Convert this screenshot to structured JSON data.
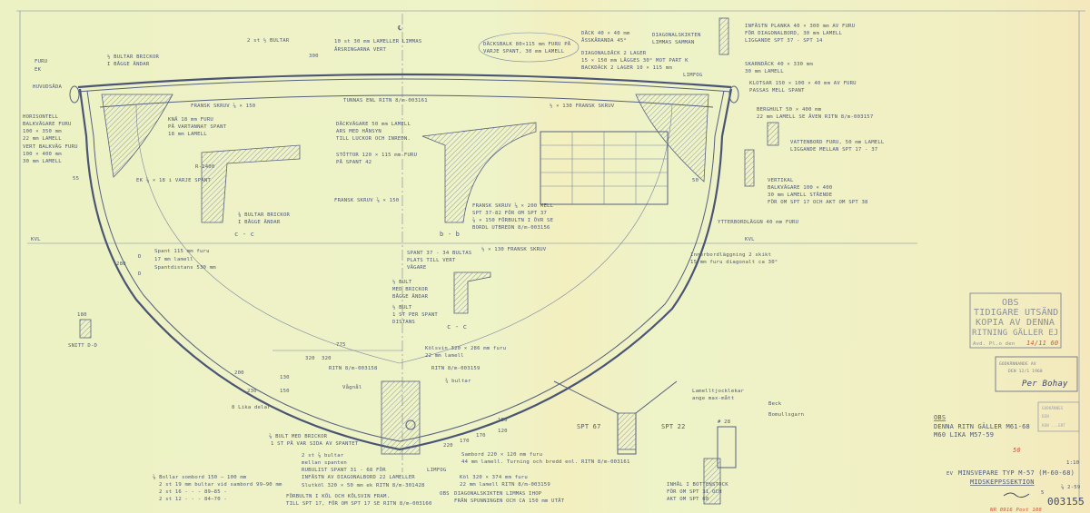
{
  "centerline": "℄",
  "kvl": "KVL",
  "labels": {
    "furu": "FURU",
    "ek": "EK",
    "huvudsada": "HUVUDSÅDA",
    "horisontell": "HORISONTELL",
    "balkvagare_furu": "BALKVÄGARE FURU",
    "b_100_350": "100 × 350 mm",
    "b_22_lamell": "22 mm LAMELL",
    "vert_balkvag": "VERT BALKVÄG FURU",
    "b_100_400": "100 × 400 mm",
    "b_30_lamell": "30 mm LAMELL",
    "bultar_brickor": "½ BULTAR BRICKOR",
    "bagge_andar": "I BÅGGE ÄNDAR",
    "knä": "KNÄ 18 mm FURU",
    "knä2": "PÅ VARTANNAT SPANT",
    "knä3": "18 mm LAMELL",
    "fransk_skruv_top": "FRANSK SKRUV ⅞ × 150",
    "r1400": "R-1400",
    "ek_spant": "EK ⅞ × 18 i VARJE SPANT",
    "bultar_brickor2": "⅜ BULTAR BRICKOR",
    "bagge_andar2": "I BÅGGE ÄNDAR",
    "sec_cc": "c - c",
    "sec_bb": "b - b",
    "sec_cc2": "c - c",
    "st_bultar": "2 st ½ BULTAR",
    "dim_300": "300",
    "lameller": "10 st 30 mm LAMELLER LIMMAS",
    "arsringarna": "ÅRSRINGARNA VERT",
    "tunnas": "TUNNAS ENL RITN 8/m-003161",
    "dackbalk": "DÄCKSBALK 80×115 mm FURU PÅ",
    "dackbalk2": "VARJE SPANT, 30 mm LAMELL",
    "dackvagare": "DÄCKVÄGARE 50 mm LAMELL",
    "dackvagare2": "ARS MED HÅNSYN",
    "dackvagare3": "TILL LUCKOR OCH INREDN.",
    "stottor": "STÖTTOR 120 × 115 mm FURU",
    "stottor2": "PÅ SPANT 42",
    "fransk_150": "FRANSK SKRUV ⅞ × 150",
    "dack_top": "DÄCK 40 × 40 mm",
    "dack_top2": "ÅSSKÄRANDA 45°",
    "diagonaldack": "DIAGONALDÄCK 2 LAGER",
    "diagonaldack2": "15 × 150 mm LÄGGES 30° MOT PART K",
    "diagonaldack3": "BACKDÄCK 2 LAGER 10 × 115 mm",
    "diagonalskikten": "DIAGONALSKIKTEN",
    "diagonalskikten2": "LIMMAS SAMMAN",
    "limfog": "LIMFOG",
    "infastn": "INFÄSTN PLANKA 40 × 300 mm AV FURU",
    "infastn2": "FÖR DIAGONALBORD, 30 mm LAMELL",
    "infastn3": "LIGGANDE SPT 37 - SPT 14",
    "skarndack": "SKARNDÄCK 40 × 330 mm",
    "skarndack2": "30 mm LAMELL",
    "klotsar": "KLOTSAR 150 × 100 × 40 mm AV FURU",
    "klotsar2": "PASSAS MELL SPANT",
    "berghult": "BERGHULT 50 × 400 mm",
    "berghult2": "22 mm LAMELL SE ÄVEN RITN 8/m-003157",
    "vattenbord": "VATTENBORD FURU, 50 mm LAMELL",
    "vattenbord2": "LIGGANDE MELLAN SPT 17 - 37",
    "vertikal": "VERTIKAL",
    "vertikal2": "BALKVÄGARE 100 × 400",
    "vertikal3": "30 mm LAMELL STÅENDE",
    "vertikal4": "FÖR OM SPT 17 OCH AKT OM SPT 38",
    "ytterbord": "YTTERBORDLÄGGN 40 mm FURU",
    "fransk_130": "½ × 130 FRANSK SKRUV",
    "fransk_bb": "FRANSK SKRUV ⅞ × 200 MELL",
    "fransk_bb2": "SPT 37-82 FÖR OM SPT 37",
    "fransk_bb3": "⅞ × 150 FÖRBULTN I ÖVR SE",
    "fransk_bb4": "BORDL UTBREDN 8/m-003156",
    "innerbord": "Innerbordläggning 2 skikt",
    "innerbord2": "15 mm furu diagonalt ca 30°",
    "spant": "Spant 115 mm furu",
    "spant2": "17 mm lamell",
    "spant3": "Spantdistans 530 mm",
    "spant_37": "SPANT 37 - 34 BULTAS",
    "spant_372": "PLATS TILL VERT",
    "spant_373": "VÄGARE",
    "fransk_130b": "½ × 130 FRANSK SKRUV",
    "bult_brickor": "½ BULT",
    "bult_brickor2": "MED BRICKOR",
    "bult_brickor3": "BÅGGE ÄNDAR",
    "st_bult": "½ BULT",
    "st_bult2": "1 ST PER SPANT",
    "st_bult3": "DISTANS",
    "snitt_dd": "SNITT D-D",
    "d_left": "D",
    "d_right": "D",
    "dim_180": "180",
    "dim_280": "280",
    "dim_55": "55",
    "dim_50": "50",
    "dim_775": "775",
    "dim_320a": "320",
    "dim_320b": "320",
    "dim_130": "130",
    "dim_150": "150",
    "dim_200": "200",
    "dim_230": "230",
    "dim_170a": "170",
    "dim_170b": "170",
    "dim_220": "220",
    "dim_120": "120",
    "dim_150b": "150",
    "ritn_003158": "RITN 8/m-003158",
    "vagnal": "Vågnål",
    "lika_delar": "8 Lika delar",
    "kolsvin": "Kölsvin 320 × 286 mm furu",
    "kolsvin2": "22 mm lamell",
    "ritn_003159": "RITN 8/m-003159",
    "bultar_34": "¾ bultar",
    "lamelltjocklekar": "Lamelltjocklekar",
    "lamelltjocklekar2": "ange max-mått",
    "spt67": "SPT 67",
    "spt22": "SPT 22",
    "beck": "Beck",
    "bomullsgarn": "Bomullsgarn",
    "dim_28": "# 28",
    "bult_spantet": "⅞ BULT MED BRICKOR",
    "bult_spantet2": "1 ST PÅ VAR SIDA AV SPANTET",
    "st_bultar_mellan": "2 st  ⅞ bultar",
    "st_bultar_mellan2": "mellan spanten",
    "rubulist": "RUBULIST SPANT 31 - 68 FÖR",
    "rubulist2": "INFÄSTN AV DIAGONALBORD  22 LAMELLER",
    "limfog2": "LIMFOG",
    "slutkol": "Slutköl  320 × 50 mm ek   RITN 8/m-301428",
    "forbultn": "FÖRBULTN I KÖL OCH KÖLSVIN FRAM.",
    "forbultn2": "TILL SPT 17, FÖR OM SPT 17 SE RITN 8/m-003160",
    "sambord": "Sambord 220 × 120 mm furu",
    "sambord2": "44 mm lamell. Turning och bredd enl. RITN 8/m-003161",
    "kol": "Köl 320 × 374 mm furu",
    "kol2": "22 mm lamell  RITN 8/m-003159",
    "obs_diag": "OBS",
    "obs_diag2": "DIAGONALSKIKTEN LIMMAS IHOP",
    "obs_diag3": "FRÅN SPUNNINGEN OCH CA 150 mm UTÅT",
    "inhal": "INHÅL I BOTTENSTOCK",
    "inhal2": "FÖR OM SPT 31 OCH",
    "inhal3": "AKT OM SPT 68",
    "bolt_table": [
      "⅞ Bollar sombord  150 — 100 mm",
      "2 st  19 mm bultar vid sambord  99—90 mm",
      "2 st  16 -        -        -      89—85  -",
      "2 st  12 -        -        -      84—70  -"
    ]
  },
  "title_block": {
    "obs": "OBS",
    "note1": "DENNA RITN GÄLLER M61-68",
    "note2": "M60 LIKA M57-59",
    "title1": "MINSVEPARE TYP M-57 (M-60-68)",
    "title2": "MIDSKEPPSSEKTION",
    "scale": "1:10",
    "date": "⅞ 2-59",
    "ev": "EV",
    "drawing_no": "003155",
    "sheet_mark": "5",
    "red_mark": "50",
    "red_footer": "NR 0916 Post 108"
  },
  "stamps": {
    "obs_stamp": [
      "OBS",
      "TIDIGARE UTSÄND",
      "KOPIA AV DENNA",
      "RITNING GÄLLER EJ"
    ],
    "obs_stamp_foot": "Avd.   Pl.o den",
    "obs_stamp_date": "14/11 60",
    "approved": "GODKÄNNANDE AV",
    "approved_date": "DEN 12/1 1960",
    "approved_sign": "Per Bohay",
    "approved2": "GODKÄNNES",
    "approved2b": "DEN",
    "approved2c": "KON ...ERT"
  }
}
